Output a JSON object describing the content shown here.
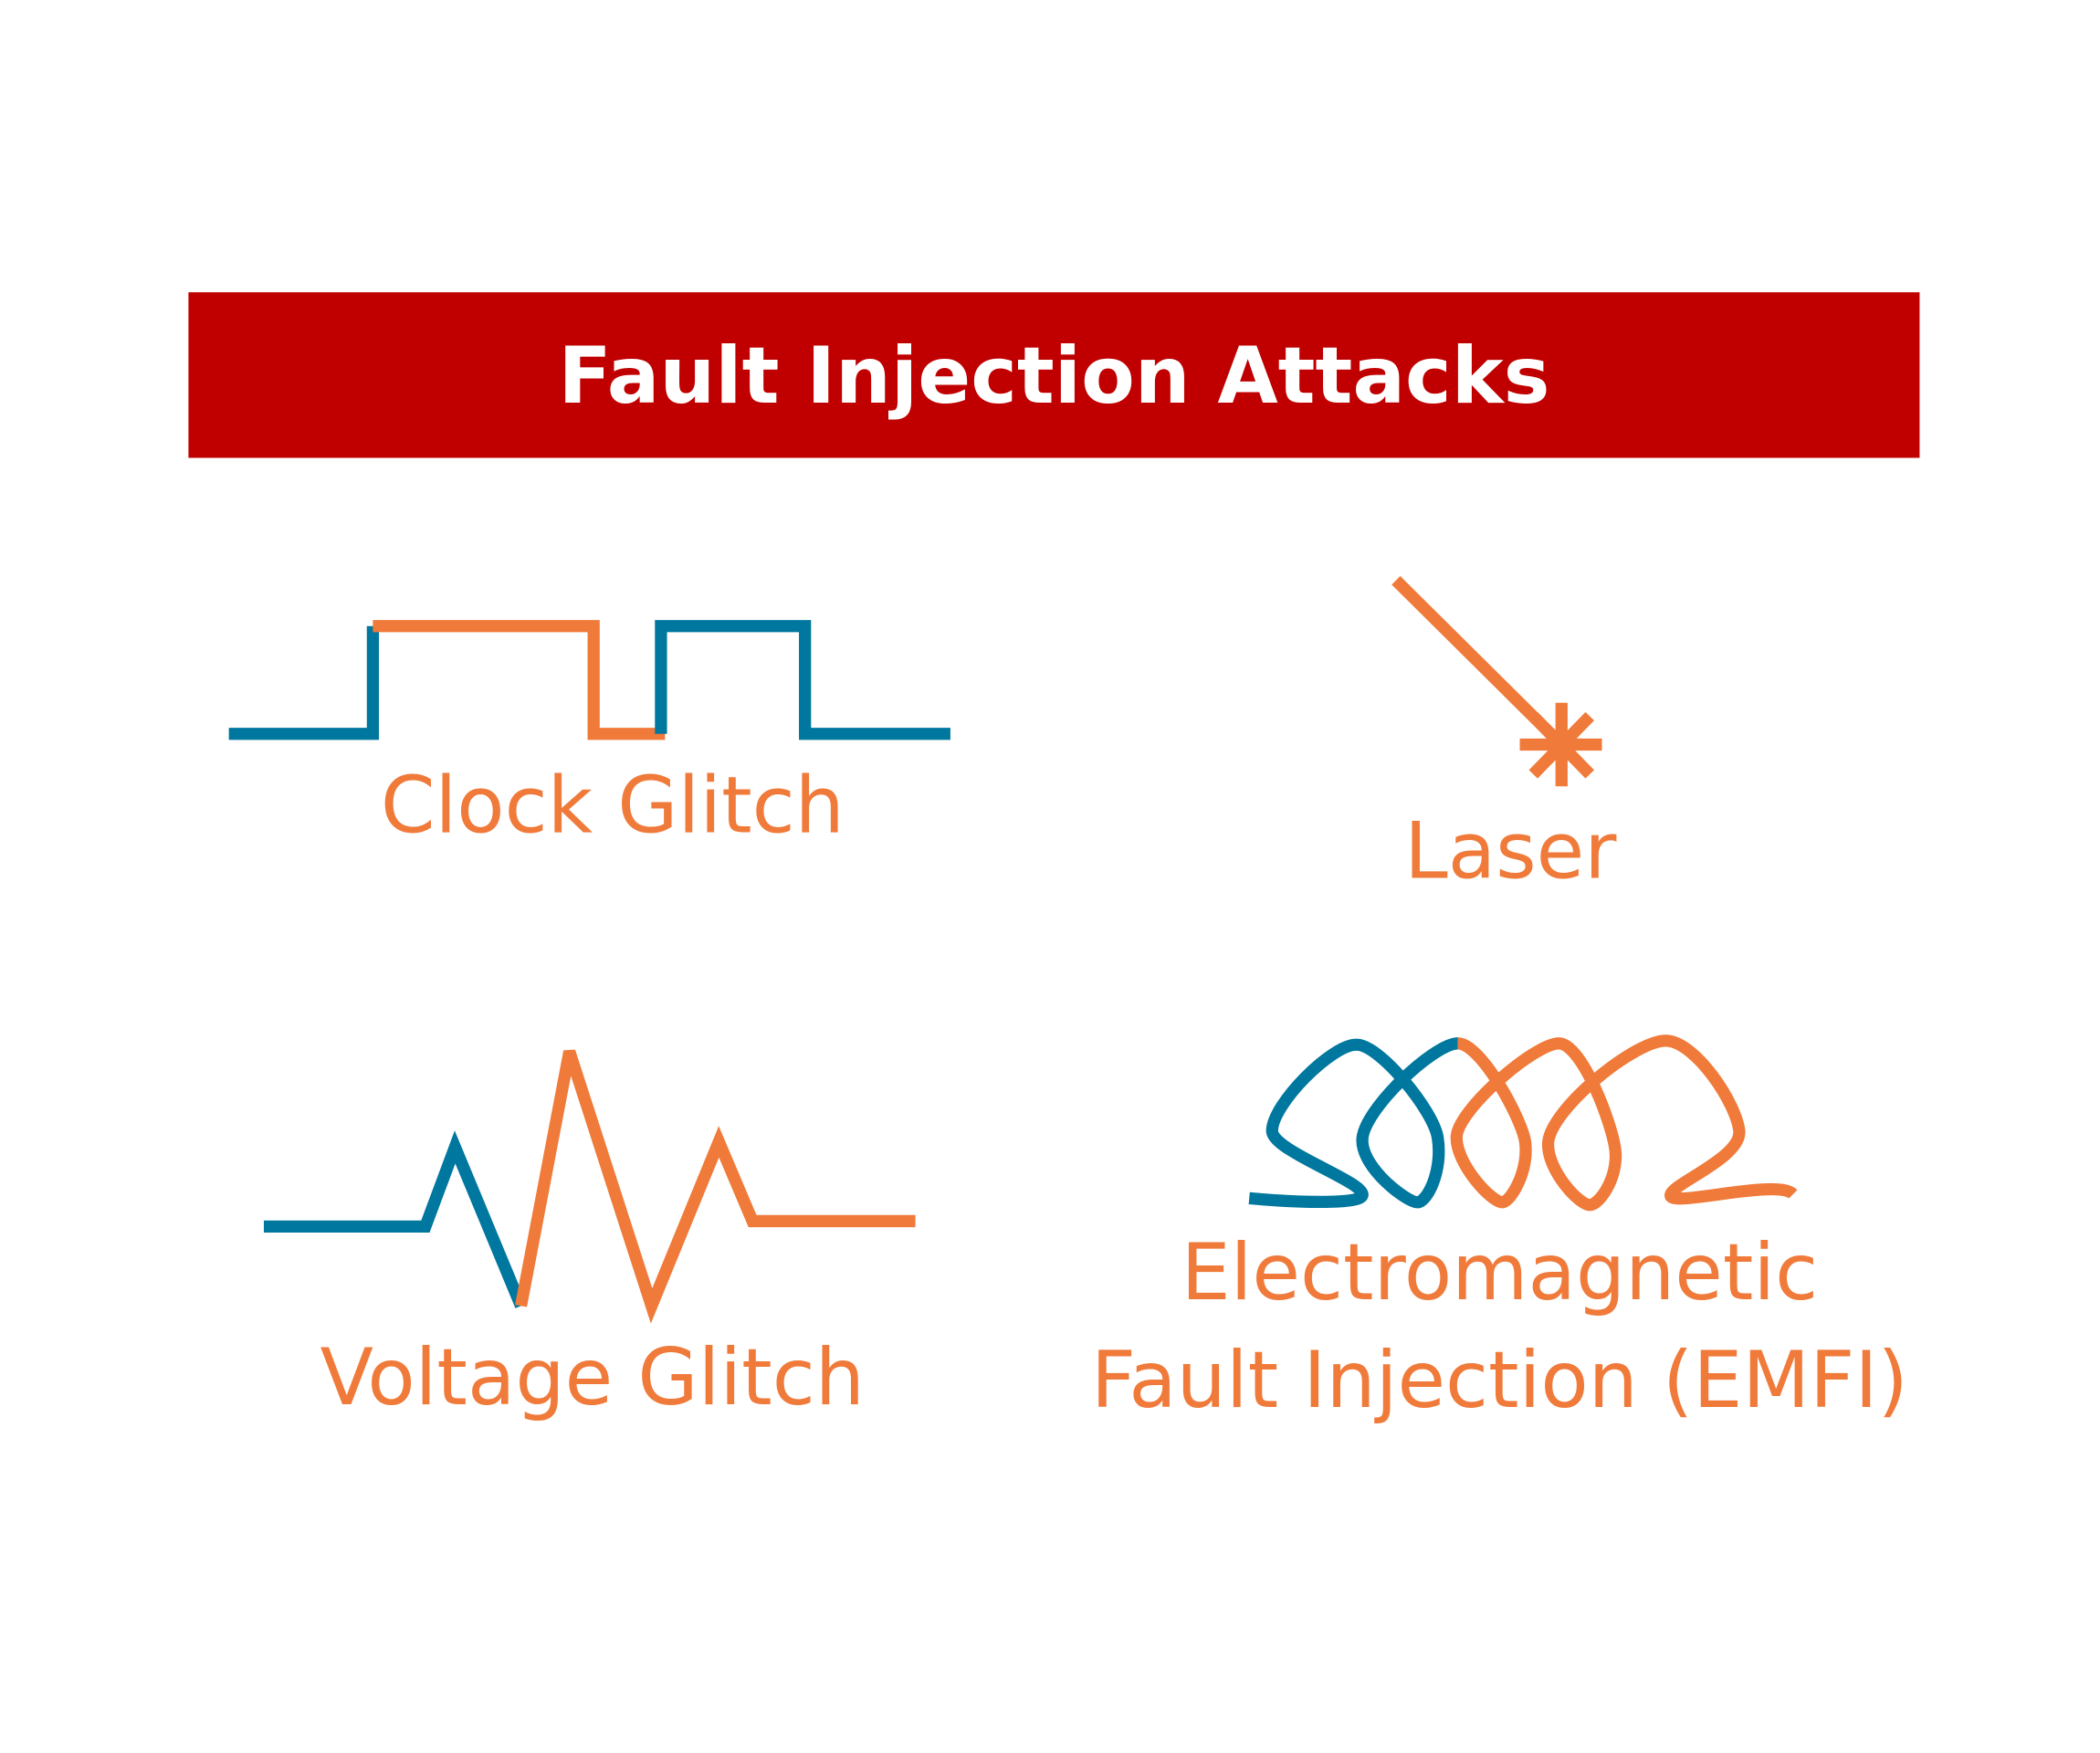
{
  "title": "Fault Injection Attacks",
  "colors": {
    "banner": "#C00000",
    "blue": "#00779E",
    "orange": "#F07A3A",
    "title_text": "#FFFFFF"
  },
  "items": [
    {
      "label": "Clock Glitch",
      "icon": "clock-glitch-waveform-icon"
    },
    {
      "label": "Laser",
      "icon": "laser-beam-icon"
    },
    {
      "label": "Voltage Glitch",
      "icon": "voltage-glitch-waveform-icon"
    },
    {
      "label_line1": "Electromagnetic",
      "label_line2": "Fault Injection (EMFI)",
      "icon": "em-coil-icon"
    }
  ]
}
